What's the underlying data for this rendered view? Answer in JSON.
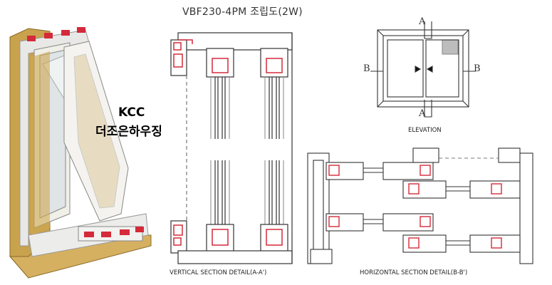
{
  "title": "VBF230-4PM 조립도(2W)",
  "brand": {
    "line1": "KCC",
    "line2": "더조은하우징"
  },
  "captions": {
    "vertical": "VERTICAL SECTION DETAIL(A-A')",
    "elevation": "ELEVATION",
    "horizontal": "HORIZONTAL SECTION DETAIL(B-B')"
  },
  "marks": {
    "a_top": "A",
    "a_bottom": "A",
    "b_left": "B",
    "b_right": "B"
  },
  "colors": {
    "accent": "#d42a3a",
    "frame": "#c9a24e",
    "line": "#333333"
  }
}
